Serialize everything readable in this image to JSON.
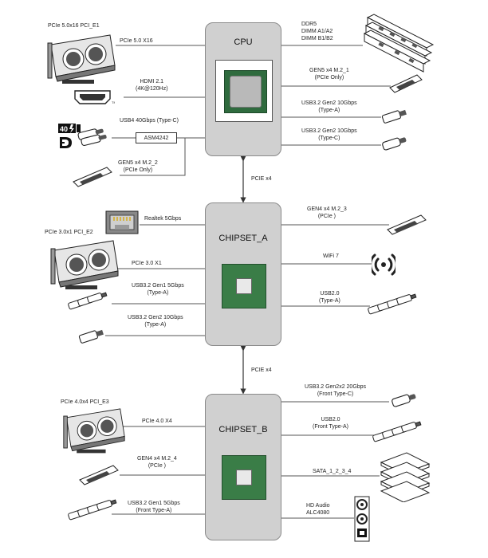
{
  "cpu": {
    "title": "CPU"
  },
  "chipset_a": {
    "title": "CHIPSET_A"
  },
  "chipset_b": {
    "title": "CHIPSET_B"
  },
  "bridge_ab": "PCIE x4",
  "bridge_bc": "PCIE x4",
  "asm_chip": "ASM4242",
  "badge_40g": "40",
  "cpu_left": {
    "pcie_slot_name": "PCIe 5.0x16 PCI_E1",
    "pcie_link": "PCIe 5.0 X16",
    "hdmi": [
      "HDMI 2.1",
      "(4K@120Hz)"
    ],
    "usb40": "USB4 40Gbps (Type-C)",
    "m2_2": [
      "GEN5 x4 M.2_2",
      "(PCIe Only)"
    ]
  },
  "cpu_right": {
    "ddr": [
      "DDR5",
      "DIMM A1/A2",
      "DIMM B1/B2"
    ],
    "m2_1": [
      "GEN5 x4 M.2_1",
      "(PCIe Only)"
    ],
    "usb_a": [
      "USB3.2 Gen2 10Gbps",
      "(Type-A)"
    ],
    "usb_c": [
      "USB3.2 Gen2 10Gbps",
      "(Type-C)"
    ]
  },
  "chipset_a_left": {
    "lan": "Realtek 5Gbps",
    "pcie_slot_name": "PCIe 3.0x1 PCI_E2",
    "pcie_link": "PCIe 3.0 X1",
    "usb_gen1": [
      "USB3.2 Gen1 5Gbps",
      "(Type-A)"
    ],
    "usb_gen2": [
      "USB3.2 Gen2 10Gbps",
      "(Type-A)"
    ]
  },
  "chipset_a_right": {
    "m2_3": [
      "GEN4 x4 M.2_3",
      "(PCIe )"
    ],
    "wifi": "WiFi 7",
    "usb2": [
      "USB2.0",
      "(Type-A)"
    ]
  },
  "chipset_b_left": {
    "pcie_slot_name": "PCIe 4.0x4 PCI_E3",
    "pcie_link": "PCIe 4.0 X4",
    "m2_4": [
      "GEN4 x4 M.2_4",
      "(PCIe )"
    ],
    "usb_front": [
      "USB3.2 Gen1 5Gbps",
      "(Front Type-A)"
    ]
  },
  "chipset_b_right": {
    "usb_2x2": [
      "USB3.2 Gen2x2 20Gbps",
      "(Front Type-C)"
    ],
    "usb2_front": [
      "USB2.0",
      "(Front Type-A)"
    ],
    "sata": "SATA_1_2_3_4",
    "audio": [
      "HD Audio",
      "ALC4080"
    ]
  }
}
